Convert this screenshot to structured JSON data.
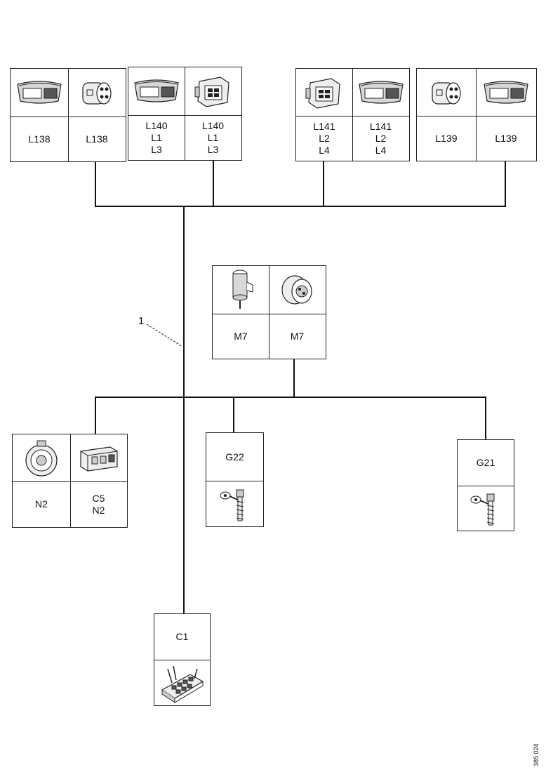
{
  "colors": {
    "line": "#111111",
    "box_border": "#222222",
    "icon_fill": "#d8d8d8",
    "icon_dark": "#555555"
  },
  "callout": "1",
  "doc_id": "385 024",
  "groups": [
    {
      "id": "g-l138",
      "cells": [
        {
          "icon": "lamp-housing-icon",
          "lines": [
            "L138"
          ]
        },
        {
          "icon": "connector-plug-icon",
          "lines": [
            "L138"
          ]
        }
      ]
    },
    {
      "id": "g-l140",
      "cells": [
        {
          "icon": "lamp-housing-icon",
          "lines": [
            "L140",
            "L1",
            "L3"
          ]
        },
        {
          "icon": "connector-socket-icon",
          "lines": [
            "L140",
            "L1",
            "L3"
          ]
        }
      ]
    },
    {
      "id": "g-l141",
      "cells": [
        {
          "icon": "connector-socket-icon",
          "lines": [
            "L141",
            "L2",
            "L4"
          ]
        },
        {
          "icon": "lamp-housing-icon",
          "lines": [
            "L141",
            "L2",
            "L4"
          ]
        }
      ]
    },
    {
      "id": "g-l139",
      "cells": [
        {
          "icon": "connector-plug-icon",
          "lines": [
            "L139"
          ]
        },
        {
          "icon": "lamp-housing-icon",
          "lines": [
            "L139"
          ]
        }
      ]
    },
    {
      "id": "g-m7",
      "cells": [
        {
          "icon": "motor-icon",
          "lines": [
            "M7"
          ]
        },
        {
          "icon": "round-connector-icon",
          "lines": [
            "M7"
          ]
        }
      ]
    },
    {
      "id": "g-n2",
      "cells": [
        {
          "icon": "horn-icon",
          "lines": [
            "N2"
          ]
        },
        {
          "icon": "block-connector-icon",
          "lines": [
            "C5",
            "N2"
          ]
        }
      ]
    },
    {
      "id": "g-g22",
      "cells": [
        {
          "icon": "ground-point-icon",
          "lines": [
            "G22"
          ]
        }
      ]
    },
    {
      "id": "g-g21",
      "cells": [
        {
          "icon": "ground-point-icon",
          "lines": [
            "G21"
          ]
        }
      ]
    },
    {
      "id": "g-c1",
      "cells": [
        {
          "icon": "terminal-block-icon",
          "lines": [
            "C1"
          ]
        }
      ]
    }
  ]
}
